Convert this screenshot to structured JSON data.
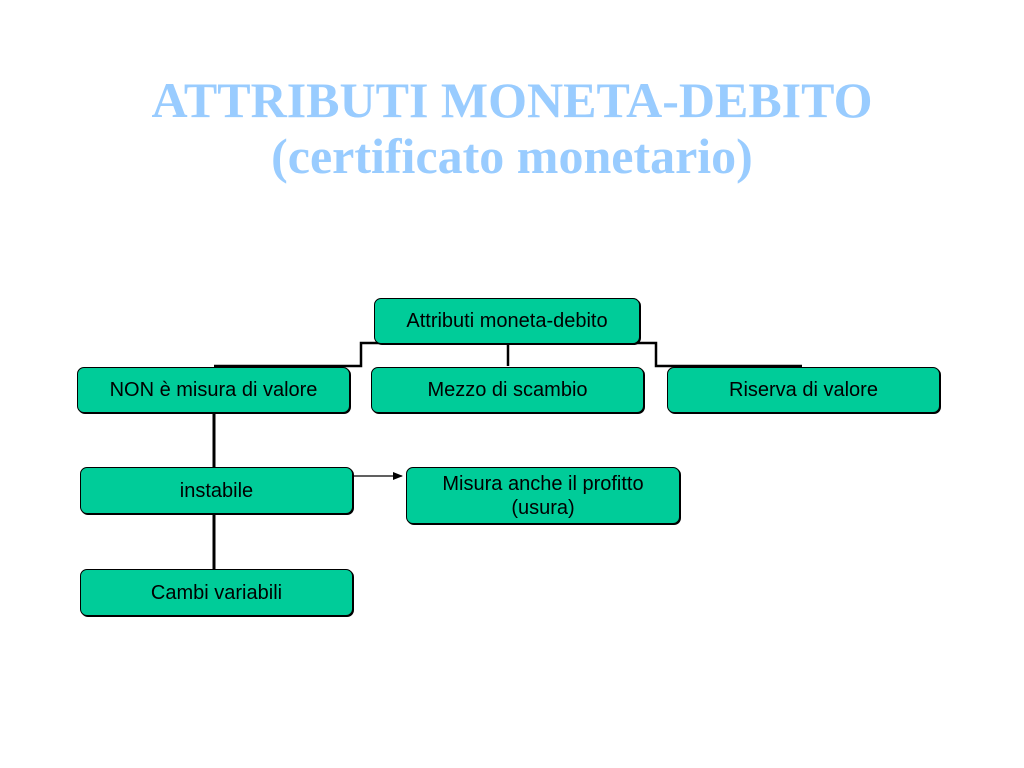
{
  "slide": {
    "title_line1": "ATTRIBUTI MONETA-DEBITO",
    "title_line2": "(certificato monetario)"
  },
  "diagram": {
    "root": "Attributi moneta-debito",
    "level1": [
      "NON è misura di valore",
      "Mezzo di scambio",
      "Riserva di valore"
    ],
    "instabile": "instabile",
    "profitto": "Misura anche il profitto\n(usura)",
    "cambi": "Cambi variabili"
  },
  "colors": {
    "title": "#99ccff",
    "box_fill": "#00cc99",
    "box_border": "#000000"
  }
}
